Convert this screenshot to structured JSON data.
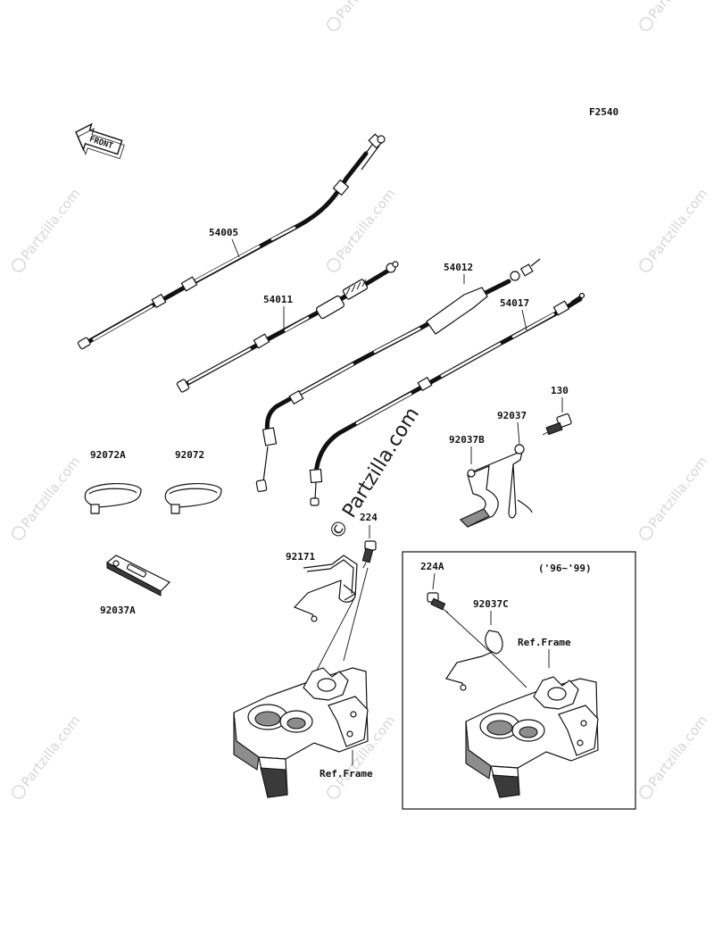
{
  "figure_code": "F2540",
  "front_label": "FRONT",
  "watermark": {
    "text": "Partzilla.com",
    "center_text": "© Partzilla.com"
  },
  "parts": {
    "p54005": "54005",
    "p54011": "54011",
    "p54012": "54012",
    "p54017": "54017",
    "p92072A": "92072A",
    "p92072": "92072",
    "p92037A": "92037A",
    "p92037B": "92037B",
    "p92037": "92037",
    "p130": "130",
    "p224": "224",
    "p92171": "92171",
    "ref_frame_left": "Ref.Frame"
  },
  "inset": {
    "years": "('96~'99)",
    "p224A": "224A",
    "p92037C": "92037C",
    "ref_frame": "Ref.Frame"
  }
}
